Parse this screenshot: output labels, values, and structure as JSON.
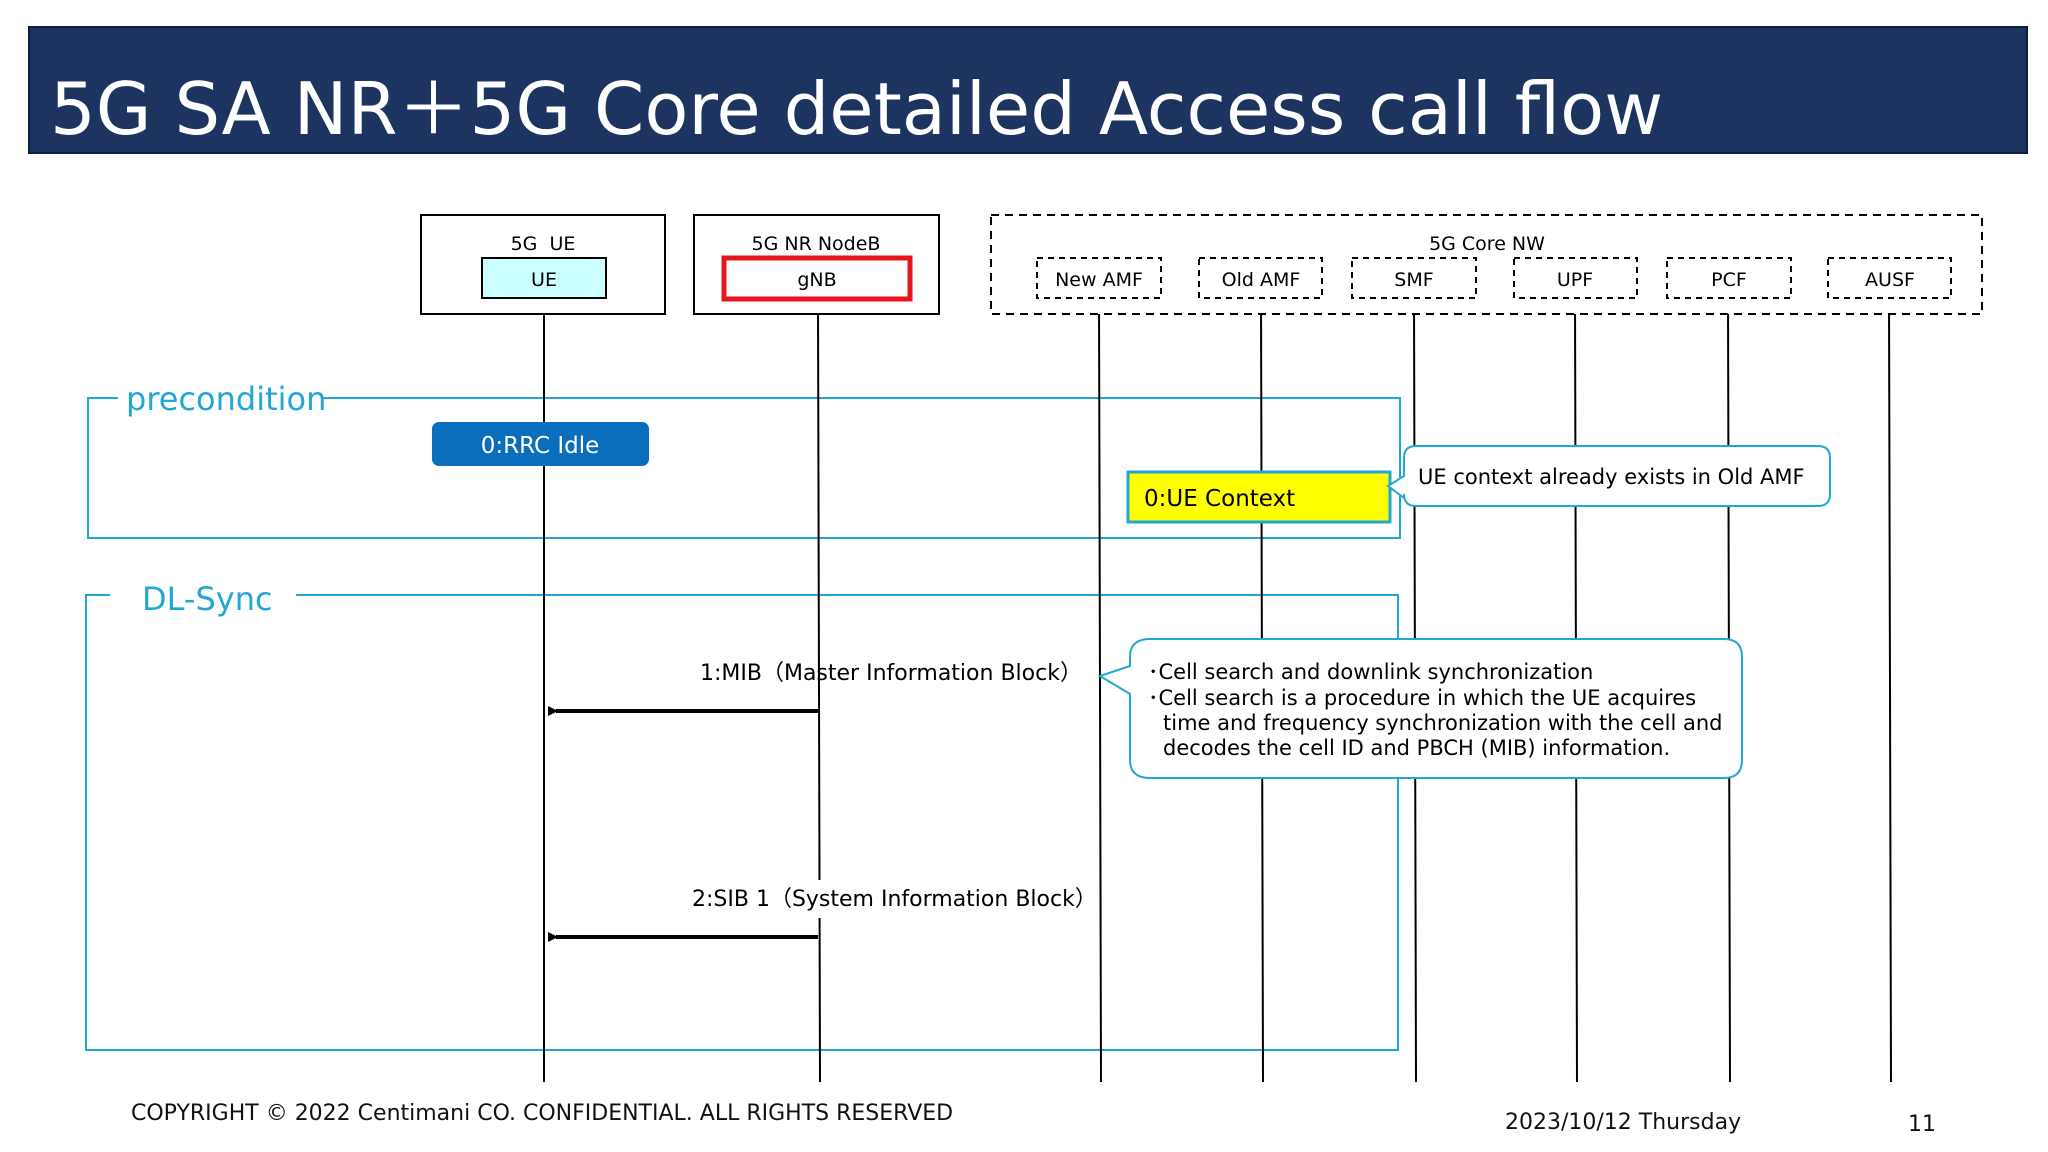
{
  "title": "5G SA NR＋5G Core detailed Access call flow",
  "entities": {
    "ue_group": "5G  UE",
    "ue": "UE",
    "gnb_group": "5G NR NodeB",
    "gnb": "gNB",
    "core_group": "5G Core NW",
    "new_amf": "New AMF",
    "old_amf": "Old AMF",
    "smf": "SMF",
    "upf": "UPF",
    "pcf": "PCF",
    "ausf": "AUSF"
  },
  "sections": {
    "precondition": "precondition",
    "dl_sync": "DL-Sync"
  },
  "states": {
    "rrc_idle": "0:RRC Idle",
    "ue_context": "0:UE Context"
  },
  "notes": {
    "ue_context_note": "UE context already exists in Old AMF",
    "cell_search_note": [
      "･Cell search and downlink synchronization",
      "･Cell search is a procedure in which the UE acquires",
      "time and frequency synchronization with the cell and",
      "decodes the cell ID and PBCH (MIB) information."
    ]
  },
  "messages": {
    "mib": "1:MIB（Master Information Block）",
    "sib1": "2:SIB 1（System Information Block）"
  },
  "footer": {
    "copyright": "COPYRIGHT © 2022 Centimani CO. CONFIDENTIAL. ALL RIGHTS RESERVED",
    "date": "2023/10/12 Thursday",
    "page": "11"
  },
  "colors": {
    "title_bg": "#1d3461",
    "section_frame": "#22a7d4",
    "rrc_idle_bg": "#0a6ebd",
    "ue_context_bg": "#ffff00",
    "ue_box_bg": "#ccffff",
    "gnb_highlight": "#e8141b"
  }
}
